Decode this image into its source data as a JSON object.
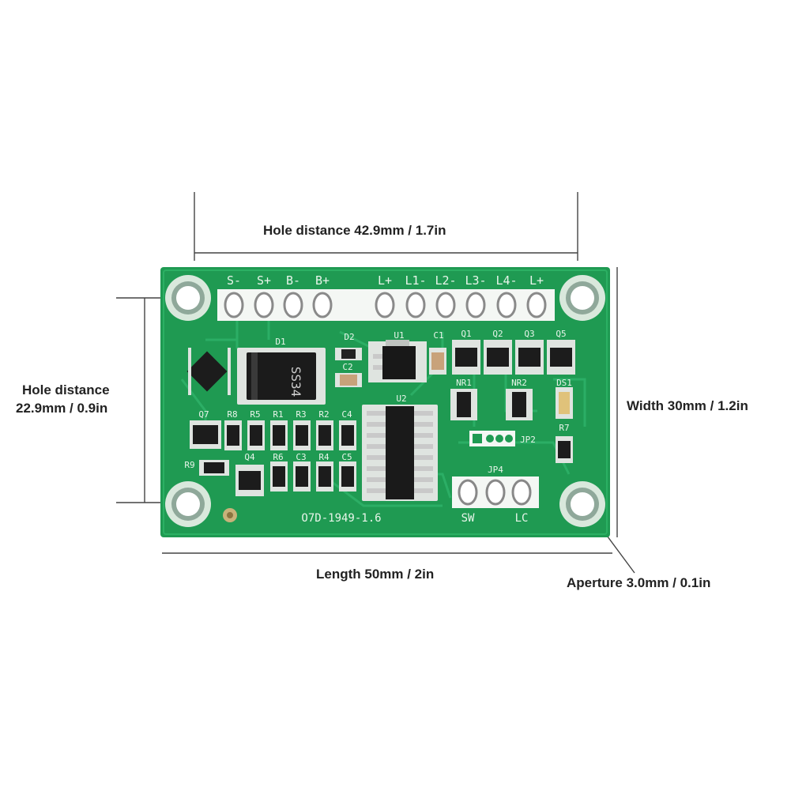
{
  "annotations": {
    "hole_distance_top": "Hole distance 42.9mm / 1.7in",
    "hole_distance_left_line1": "Hole distance",
    "hole_distance_left_line2": "22.9mm / 0.9in",
    "width": "Width 30mm / 1.2in",
    "length": "Length 50mm / 2in",
    "aperture": "Aperture 3.0mm / 0.1in"
  },
  "board": {
    "color": "#1f9a52",
    "pin_labels": [
      "S-",
      "S+",
      "B-",
      "B+",
      "L+",
      "L1-",
      "L2-",
      "L3-",
      "L4-",
      "L+"
    ],
    "board_id": "O7D-1949-1.6",
    "bottom_pin_labels": [
      "SW",
      "LC"
    ],
    "component_labels": [
      "D1",
      "D2",
      "C2",
      "U1",
      "C1",
      "Q1",
      "Q2",
      "Q3",
      "Q5",
      "NR1",
      "NR2",
      "DS1",
      "U2",
      "JP2",
      "JP4",
      "R7",
      "Q7",
      "R8",
      "R5",
      "R1",
      "R3",
      "R2",
      "C4",
      "R9",
      "Q4",
      "R6",
      "C3",
      "R4",
      "C5"
    ],
    "diode_marking": "SS34"
  }
}
